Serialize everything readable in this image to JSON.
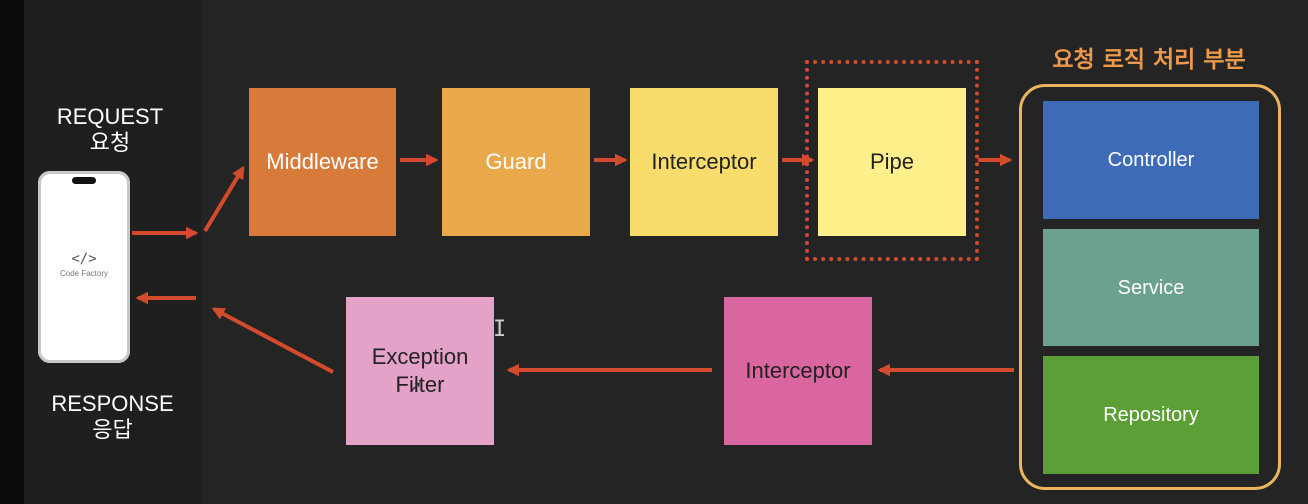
{
  "request": {
    "en": "REQUEST",
    "ko": "요청"
  },
  "response": {
    "en": "RESPONSE",
    "ko": "응답"
  },
  "phone": {
    "logo_mark": "</>",
    "logo_text": "Code Factory"
  },
  "request_flow": [
    {
      "label": "Middleware",
      "color": "#d77a3a"
    },
    {
      "label": "Guard",
      "color": "#e9a94a"
    },
    {
      "label": "Interceptor",
      "color": "#f8dd6c"
    },
    {
      "label": "Pipe",
      "color": "#fdf08a"
    }
  ],
  "logic_section": {
    "title": "요청 로직 처리 부분",
    "layers": [
      {
        "label": "Controller",
        "color": "#3d6bb8"
      },
      {
        "label": "Service",
        "color": "#6ca28d"
      },
      {
        "label": "Repository",
        "color": "#5d9f37"
      }
    ]
  },
  "response_flow": [
    {
      "label": "Interceptor",
      "color": "#d9669e"
    },
    {
      "label": "Exception Filter",
      "color": "#e5a2c9"
    }
  ],
  "colors": {
    "arrow": "#d44a2d",
    "frame": "#ecb45c",
    "frame_title": "#ec9a4a"
  }
}
